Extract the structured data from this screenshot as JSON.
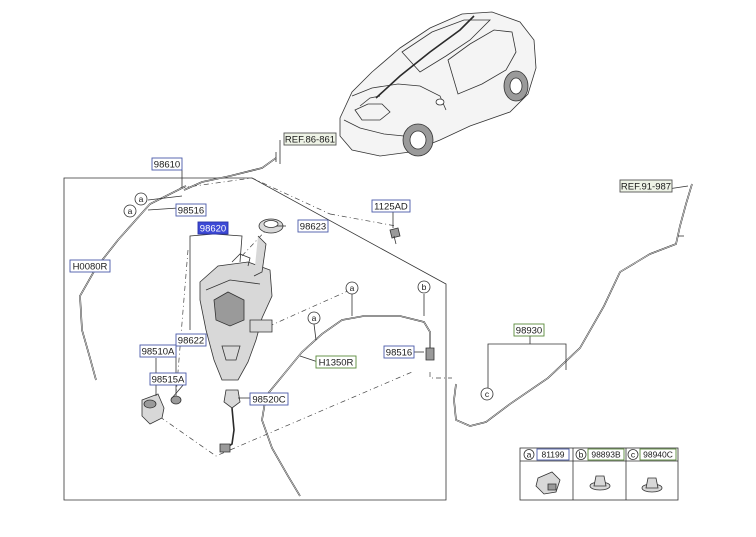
{
  "labels": {
    "ref_top": "REF.86-861",
    "ref_right": "REF.91-987",
    "p98610": "98610",
    "p98516_top": "98516",
    "p98620": "98620",
    "p98623": "98623",
    "p1125AD": "1125AD",
    "pH0080R": "H0080R",
    "p98622": "98622",
    "p98510A": "98510A",
    "p98515A": "98515A",
    "p98520C": "98520C",
    "pH1350R": "H1350R",
    "p98516_mid": "98516",
    "p98930": "98930"
  },
  "callouts": {
    "a": "a",
    "b": "b",
    "c": "c"
  },
  "legend": {
    "items": [
      {
        "letter": "a",
        "part": "81199"
      },
      {
        "letter": "b",
        "part": "98893B"
      },
      {
        "letter": "c",
        "part": "98940C"
      }
    ]
  },
  "colors": {
    "selected_box": "#3d49d6",
    "ref_box": "#eef3e6",
    "label_border": "#4a5aa8"
  }
}
